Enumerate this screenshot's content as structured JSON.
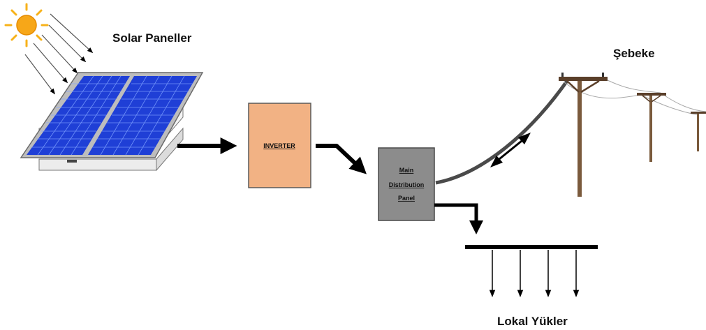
{
  "labels": {
    "solar_panels": "Solar Paneller",
    "grid": "Şebeke",
    "inverter": "INVERTER",
    "panel_line1": "Main",
    "panel_line2": "Distribution",
    "panel_line3": "Panel",
    "local_loads": "Lokal Yükler"
  },
  "colors": {
    "inverter_fill": "#f2b284",
    "panel_fill": "#8c8c8c",
    "solar_cell": "#1f3fd6",
    "sun": "#f7b21a",
    "arrow": "#000000",
    "pole": "#7a5a3c"
  },
  "icons": [
    "sun-icon",
    "solar-panel-icon",
    "power-pole-icon"
  ]
}
